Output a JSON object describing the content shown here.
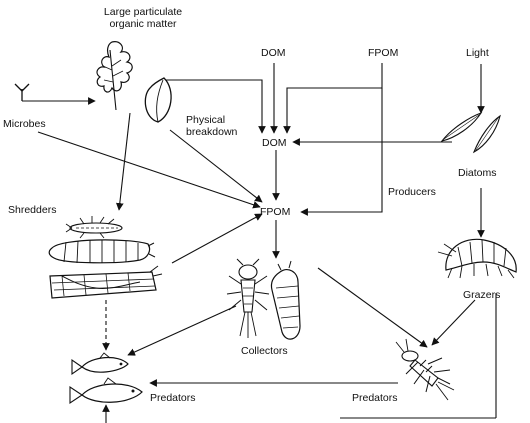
{
  "labels": {
    "lpom_line1": "Large particulate",
    "lpom_line2": "organic matter",
    "dom_top": "DOM",
    "fpom_top": "FPOM",
    "light": "Light",
    "microbes": "Microbes",
    "physical_line1": "Physical",
    "physical_line2": "breakdown",
    "dom_mid": "DOM",
    "diatoms": "Diatoms",
    "producers": "Producers",
    "shredders": "Shredders",
    "fpom_mid": "FPOM",
    "grazers": "Grazers",
    "collectors": "Collectors",
    "predators_left": "Predators",
    "predators_right": "Predators"
  }
}
